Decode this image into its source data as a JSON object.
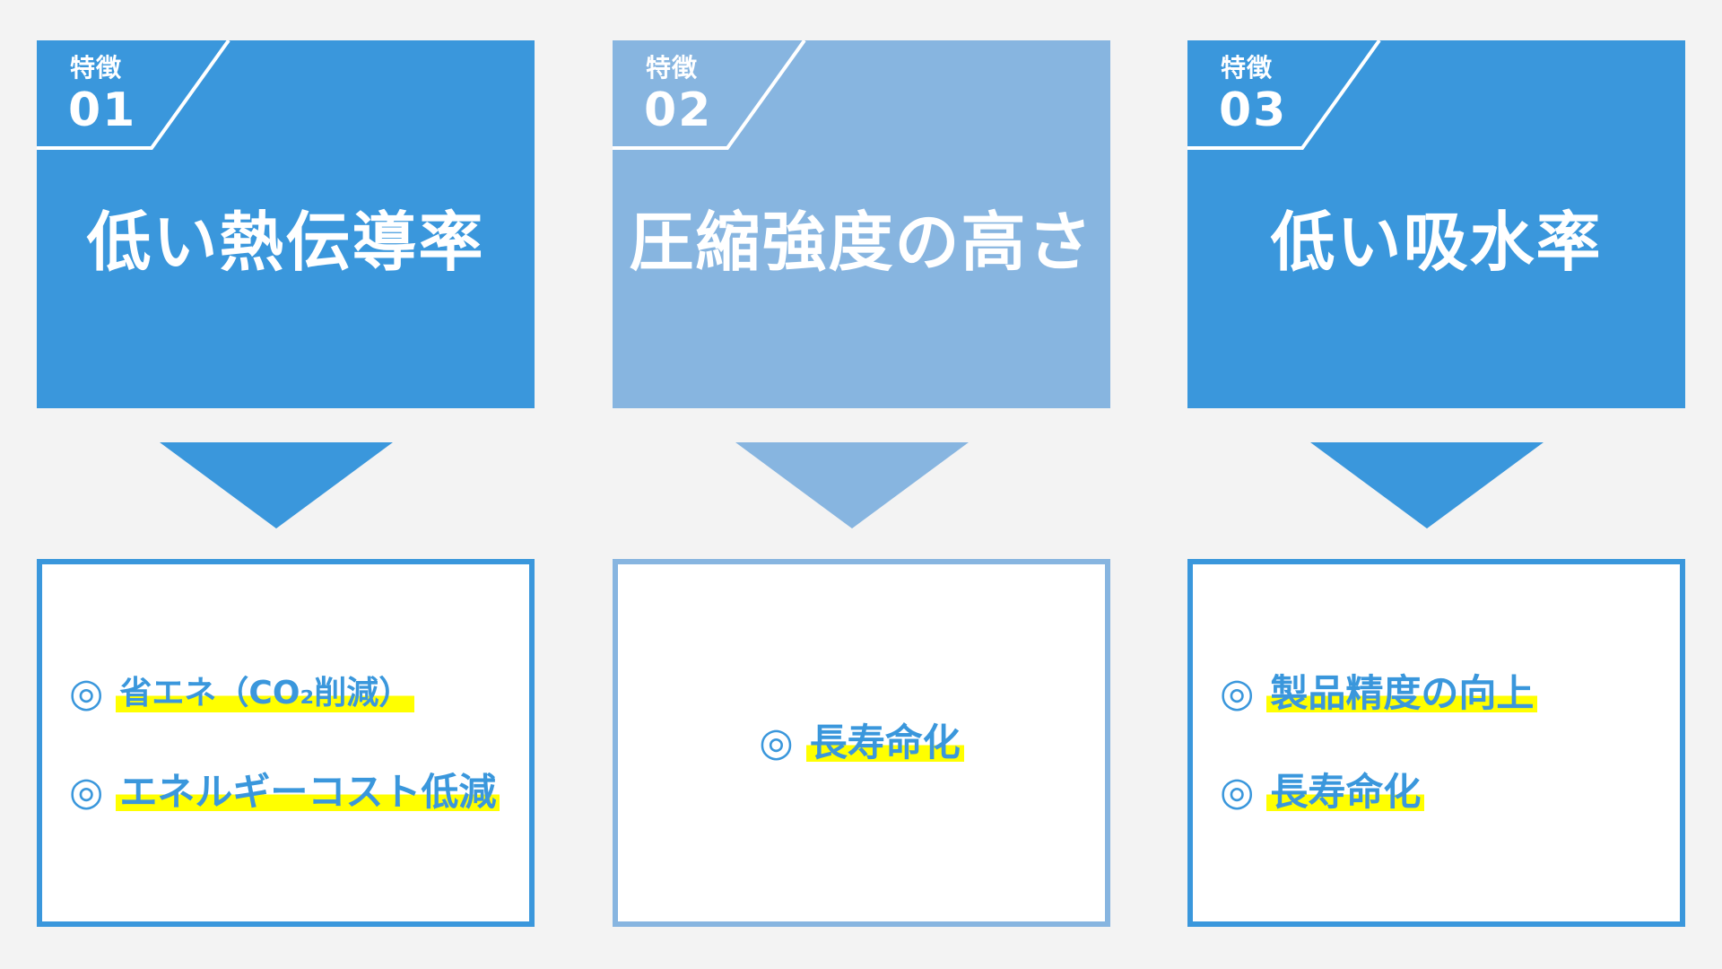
{
  "colors": {
    "primary": "#3a97dc",
    "secondary": "#87b5e0",
    "highlight": "#ffff00",
    "background": "#f3f3f3"
  },
  "features": [
    {
      "tag": "特徴",
      "number": "01",
      "title": "低い熱伝導率",
      "color": "#3a97dc",
      "mark": "◎",
      "items": [
        "省エネ（CO₂削減）",
        "エネルギーコスト低減"
      ]
    },
    {
      "tag": "特徴",
      "number": "02",
      "title": "圧縮強度の高さ",
      "color": "#87b5e0",
      "mark": "◎",
      "items": [
        "長寿命化"
      ]
    },
    {
      "tag": "特徴",
      "number": "03",
      "title": "低い吸水率",
      "color": "#3a97dc",
      "mark": "◎",
      "items": [
        "製品精度の向上",
        "長寿命化"
      ]
    }
  ]
}
